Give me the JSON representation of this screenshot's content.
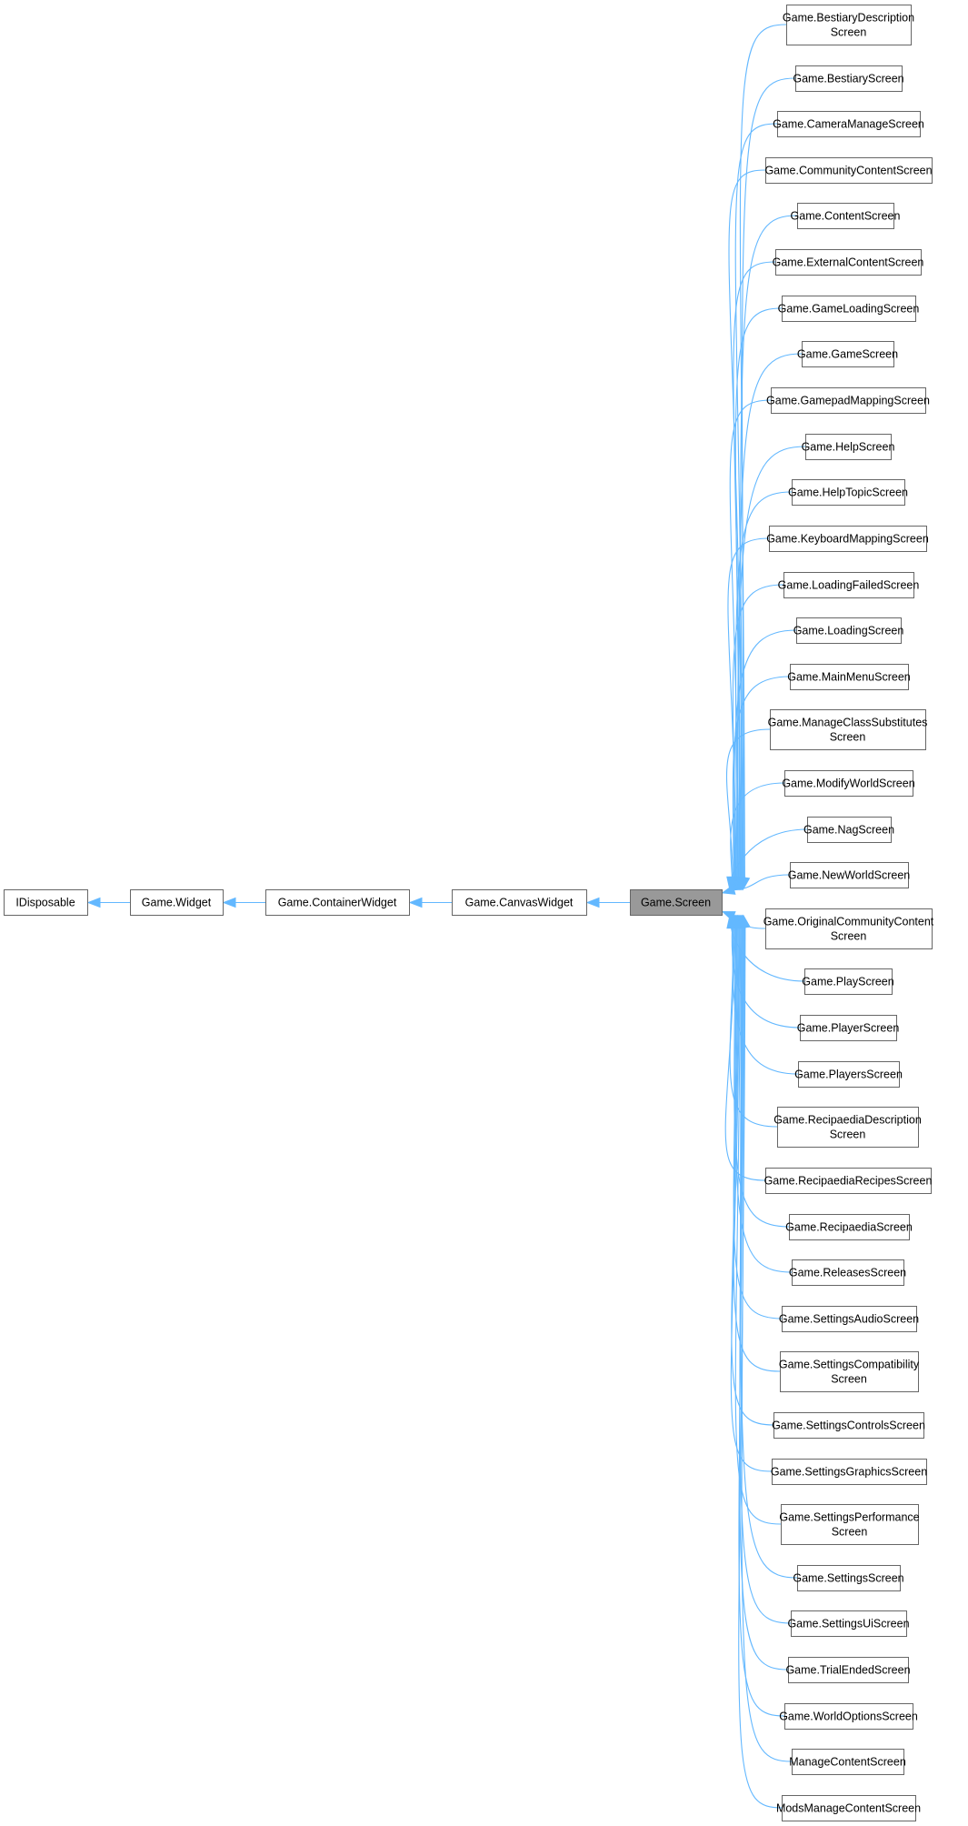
{
  "colors": {
    "edge": "#63b8ff",
    "node_border": "#666666",
    "current_fill": "#999999"
  },
  "chain": [
    {
      "id": "idisposable",
      "lines": [
        "IDisposable"
      ]
    },
    {
      "id": "widget",
      "lines": [
        "Game.Widget"
      ]
    },
    {
      "id": "containerwidget",
      "lines": [
        "Game.ContainerWidget"
      ]
    },
    {
      "id": "canvaswidget",
      "lines": [
        "Game.CanvasWidget"
      ]
    },
    {
      "id": "screen",
      "lines": [
        "Game.Screen"
      ],
      "current": true
    }
  ],
  "children": [
    {
      "id": "bestiarydescriptionscreen",
      "lines": [
        "Game.BestiaryDescription",
        "Screen"
      ]
    },
    {
      "id": "bestiaryscreen",
      "lines": [
        "Game.BestiaryScreen"
      ]
    },
    {
      "id": "cameramanagescreen",
      "lines": [
        "Game.CameraManageScreen"
      ]
    },
    {
      "id": "communitycontentscreen",
      "lines": [
        "Game.CommunityContentScreen"
      ]
    },
    {
      "id": "contentscreen",
      "lines": [
        "Game.ContentScreen"
      ]
    },
    {
      "id": "externalcontentscreen",
      "lines": [
        "Game.ExternalContentScreen"
      ]
    },
    {
      "id": "gameloadingscreen",
      "lines": [
        "Game.GameLoadingScreen"
      ]
    },
    {
      "id": "gamescreen",
      "lines": [
        "Game.GameScreen"
      ]
    },
    {
      "id": "gamepadmappingscreen",
      "lines": [
        "Game.GamepadMappingScreen"
      ]
    },
    {
      "id": "helpscreen",
      "lines": [
        "Game.HelpScreen"
      ]
    },
    {
      "id": "helptopicscreen",
      "lines": [
        "Game.HelpTopicScreen"
      ]
    },
    {
      "id": "keyboardmappingscreen",
      "lines": [
        "Game.KeyboardMappingScreen"
      ]
    },
    {
      "id": "loadingfailedscreen",
      "lines": [
        "Game.LoadingFailedScreen"
      ]
    },
    {
      "id": "loadingscreen",
      "lines": [
        "Game.LoadingScreen"
      ]
    },
    {
      "id": "mainmenuscreen",
      "lines": [
        "Game.MainMenuScreen"
      ]
    },
    {
      "id": "manageclasssubstitutesscreen",
      "lines": [
        "Game.ManageClassSubstitutes",
        "Screen"
      ]
    },
    {
      "id": "modifyworldscreen",
      "lines": [
        "Game.ModifyWorldScreen"
      ]
    },
    {
      "id": "nagscreen",
      "lines": [
        "Game.NagScreen"
      ]
    },
    {
      "id": "newworldscreen",
      "lines": [
        "Game.NewWorldScreen"
      ]
    },
    {
      "id": "originalcommunitycontentscreen",
      "lines": [
        "Game.OriginalCommunityContent",
        "Screen"
      ]
    },
    {
      "id": "playscreen",
      "lines": [
        "Game.PlayScreen"
      ]
    },
    {
      "id": "playerscreen",
      "lines": [
        "Game.PlayerScreen"
      ]
    },
    {
      "id": "playersscreen",
      "lines": [
        "Game.PlayersScreen"
      ]
    },
    {
      "id": "recipaediadescriptionscreen",
      "lines": [
        "Game.RecipaediaDescription",
        "Screen"
      ]
    },
    {
      "id": "recipaediarecipesscreen",
      "lines": [
        "Game.RecipaediaRecipesScreen"
      ]
    },
    {
      "id": "recipaediascreen",
      "lines": [
        "Game.RecipaediaScreen"
      ]
    },
    {
      "id": "releasesscreen",
      "lines": [
        "Game.ReleasesScreen"
      ]
    },
    {
      "id": "settingsaudioscreen",
      "lines": [
        "Game.SettingsAudioScreen"
      ]
    },
    {
      "id": "settingscompatibilityscreen",
      "lines": [
        "Game.SettingsCompatibility",
        "Screen"
      ]
    },
    {
      "id": "settingscontrolsscreen",
      "lines": [
        "Game.SettingsControlsScreen"
      ]
    },
    {
      "id": "settingsgraphicsscreen",
      "lines": [
        "Game.SettingsGraphicsScreen"
      ]
    },
    {
      "id": "settingsperformancescreen",
      "lines": [
        "Game.SettingsPerformance",
        "Screen"
      ]
    },
    {
      "id": "settingsscreen",
      "lines": [
        "Game.SettingsScreen"
      ]
    },
    {
      "id": "settingsuiscreen",
      "lines": [
        "Game.SettingsUiScreen"
      ]
    },
    {
      "id": "trialendedscreen",
      "lines": [
        "Game.TrialEndedScreen"
      ]
    },
    {
      "id": "worldoptionsscreen",
      "lines": [
        "Game.WorldOptionsScreen"
      ]
    },
    {
      "id": "managecontentscreen",
      "lines": [
        "ManageContentScreen"
      ]
    },
    {
      "id": "modsmanagecontentscreen",
      "lines": [
        "ModsManageContentScreen"
      ]
    }
  ]
}
